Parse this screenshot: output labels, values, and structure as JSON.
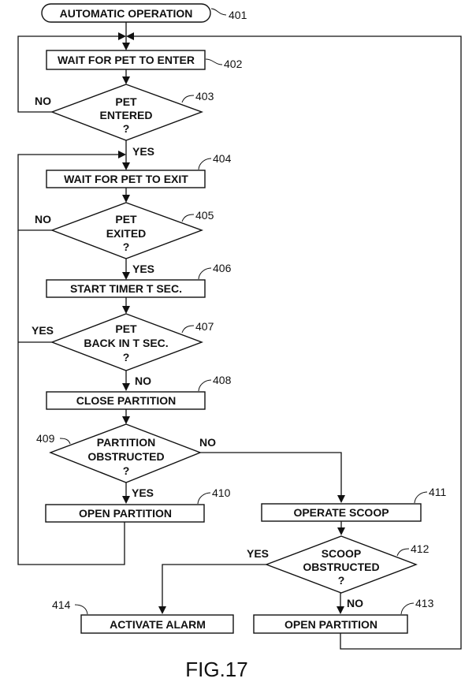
{
  "figure": {
    "caption": "FIG.17",
    "nodes": {
      "n401": {
        "ref": "401",
        "lines": [
          "AUTOMATIC OPERATION"
        ]
      },
      "n402": {
        "ref": "402",
        "lines": [
          "WAIT FOR PET TO ENTER"
        ]
      },
      "n403": {
        "ref": "403",
        "lines": [
          "PET",
          "ENTERED",
          "?"
        ]
      },
      "n404": {
        "ref": "404",
        "lines": [
          "WAIT FOR PET TO EXIT"
        ]
      },
      "n405": {
        "ref": "405",
        "lines": [
          "PET",
          "EXITED",
          "?"
        ]
      },
      "n406": {
        "ref": "406",
        "lines": [
          "START TIMER T SEC."
        ]
      },
      "n407": {
        "ref": "407",
        "lines": [
          "PET",
          "BACK IN T SEC.",
          "?"
        ]
      },
      "n408": {
        "ref": "408",
        "lines": [
          "CLOSE PARTITION"
        ]
      },
      "n409": {
        "ref": "409",
        "lines": [
          "PARTITION",
          "OBSTRUCTED",
          "?"
        ]
      },
      "n410": {
        "ref": "410",
        "lines": [
          "OPEN PARTITION"
        ]
      },
      "n411": {
        "ref": "411",
        "lines": [
          "OPERATE SCOOP"
        ]
      },
      "n412": {
        "ref": "412",
        "lines": [
          "SCOOP",
          "OBSTRUCTED",
          "?"
        ]
      },
      "n413": {
        "ref": "413",
        "lines": [
          "OPEN PARTITION"
        ]
      },
      "n414": {
        "ref": "414",
        "lines": [
          "ACTIVATE ALARM"
        ]
      }
    },
    "branch_labels": {
      "b403_no": "NO",
      "b403_yes": "YES",
      "b405_no": "NO",
      "b405_yes": "YES",
      "b407_yes": "YES",
      "b407_no": "NO",
      "b409_no": "NO",
      "b409_yes": "YES",
      "b412_yes": "YES",
      "b412_no": "NO"
    }
  }
}
